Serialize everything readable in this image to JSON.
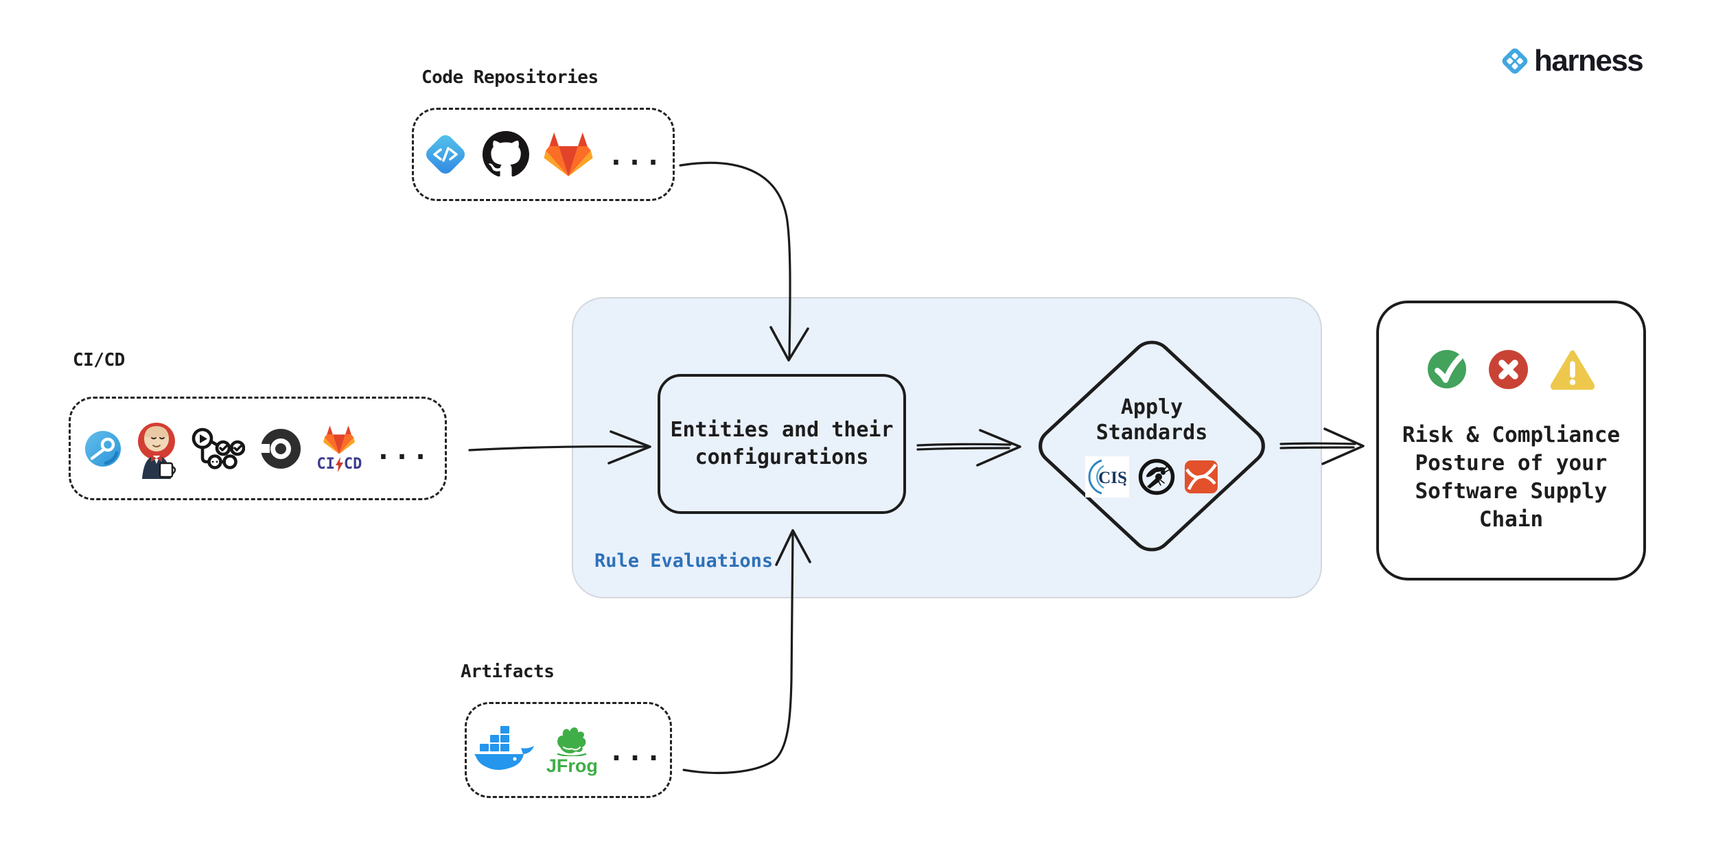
{
  "header": {
    "wordmark": "harness",
    "logo_icon": "harness-logo-icon"
  },
  "code_repositories": {
    "label": "Code Repositories",
    "icons": [
      "azure-repos-icon",
      "github-icon",
      "gitlab-icon"
    ],
    "ellipsis": "..."
  },
  "cicd": {
    "label": "CI/CD",
    "icons": [
      "harness-ci-icon",
      "jenkins-icon",
      "github-actions-icon",
      "circleci-icon",
      "gitlab-cicd-icon"
    ],
    "gitlab_caption": {
      "ci": "CI",
      "cd": "CD",
      "bolt_icon": "lightning-bolt-icon"
    },
    "ellipsis": "..."
  },
  "artifacts": {
    "label": "Artifacts",
    "icons": [
      "docker-icon",
      "jfrog-icon"
    ],
    "jfrog_wordmark": "JFrog",
    "ellipsis": "..."
  },
  "rule_evaluations": {
    "label": "Rule Evaluations",
    "entities": {
      "line1": "Entities and their",
      "line2": "configurations"
    },
    "apply_standards": {
      "line1": "Apply",
      "line2": "Standards",
      "cis_text": "CIS",
      "icons": [
        "cis-logo-icon",
        "owasp-logo-icon",
        "standards-badge-icon"
      ]
    }
  },
  "outcome": {
    "icons": [
      "success-check-icon",
      "failure-x-icon",
      "warning-triangle-icon"
    ],
    "lines": [
      "Risk & Compliance",
      "Posture of your",
      "Software Supply",
      "Chain"
    ]
  },
  "colors": {
    "canvas_bg": "#ffffff",
    "rule_panel_bg": "#e9f1fb",
    "rule_panel_border": "#d4d8dc",
    "rule_label_blue": "#2e71b8",
    "stroke_dark": "#1d1d1d",
    "success_green": "#43a25c",
    "failure_red": "#c94335",
    "warning_yellow": "#edc84c",
    "harness_blue": "#42a7e0",
    "docker_blue": "#2496ed",
    "jfrog_green": "#3fae46",
    "gitlab_orange": "#fc6d26"
  }
}
